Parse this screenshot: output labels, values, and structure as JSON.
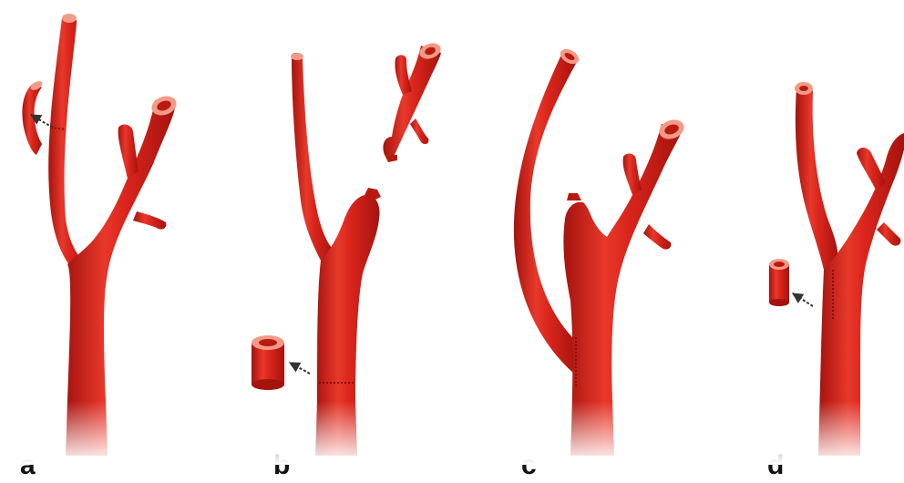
{
  "panels": [
    {
      "label": "a"
    },
    {
      "label": "b"
    },
    {
      "label": "c"
    },
    {
      "label": "d"
    }
  ],
  "colors": {
    "vessel": "#d9251c",
    "vessel_dark": "#a5130e",
    "vessel_light": "#f06a58",
    "lumen_outer": "#f39a86",
    "lumen_inner": "#b81a12",
    "suture": "#8a0f0a",
    "arrow": "#333333",
    "label": "#111111"
  }
}
